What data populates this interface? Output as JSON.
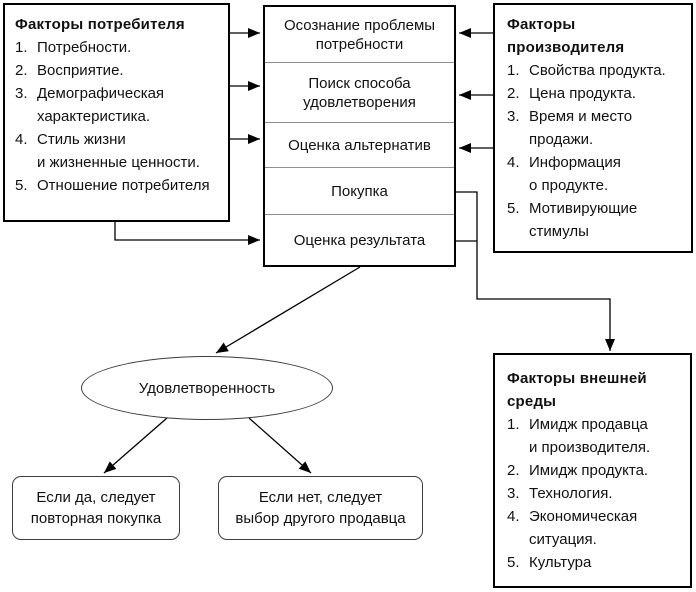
{
  "diagram": {
    "consumer_factors": {
      "title": "Факторы потребителя",
      "lines": [
        {
          "num": "1.",
          "text": "Потребности."
        },
        {
          "num": "2.",
          "text": "Восприятие."
        },
        {
          "num": "3.",
          "text": "Демографическая"
        },
        {
          "num": "",
          "text": "характеристика."
        },
        {
          "num": "4.",
          "text": "Стиль жизни"
        },
        {
          "num": "",
          "text": "и жизненные ценности."
        },
        {
          "num": "5.",
          "text": "Отношение потребителя"
        }
      ]
    },
    "stages": [
      "Осознание проблемы потребности",
      "Поиск способа удовлетворения",
      "Оценка альтернатив",
      "Покупка",
      "Оценка результата"
    ],
    "producer_factors": {
      "title": "Факторы производителя",
      "lines": [
        {
          "num": "1.",
          "text": "Свойства продукта."
        },
        {
          "num": "2.",
          "text": "Цена продукта."
        },
        {
          "num": "3.",
          "text": "Время и место"
        },
        {
          "num": "",
          "text": "продажи."
        },
        {
          "num": "4.",
          "text": "Информация"
        },
        {
          "num": "",
          "text": "о продукте."
        },
        {
          "num": "5.",
          "text": "Мотивирующие"
        },
        {
          "num": "",
          "text": "стимулы"
        }
      ]
    },
    "environment_factors": {
      "title": "Факторы внешней среды",
      "lines": [
        {
          "num": "1.",
          "text": "Имидж продавца"
        },
        {
          "num": "",
          "text": "и производителя."
        },
        {
          "num": "2.",
          "text": "Имидж продукта."
        },
        {
          "num": "3.",
          "text": "Технология."
        },
        {
          "num": "4.",
          "text": "Экономическая"
        },
        {
          "num": "",
          "text": "ситуация."
        },
        {
          "num": "5.",
          "text": "Культура"
        }
      ]
    },
    "satisfaction": "Удовлетворенность",
    "outcome_yes": {
      "line1": "Если да, следует",
      "line2": "повторная покупка"
    },
    "outcome_no": {
      "line1": "Если нет, следует",
      "line2": "выбор другого продавца"
    },
    "colors": {
      "line": "#000000",
      "divider": "#8f8f8f",
      "border": "#000000",
      "background": "#ffffff",
      "text": "#111111"
    }
  }
}
